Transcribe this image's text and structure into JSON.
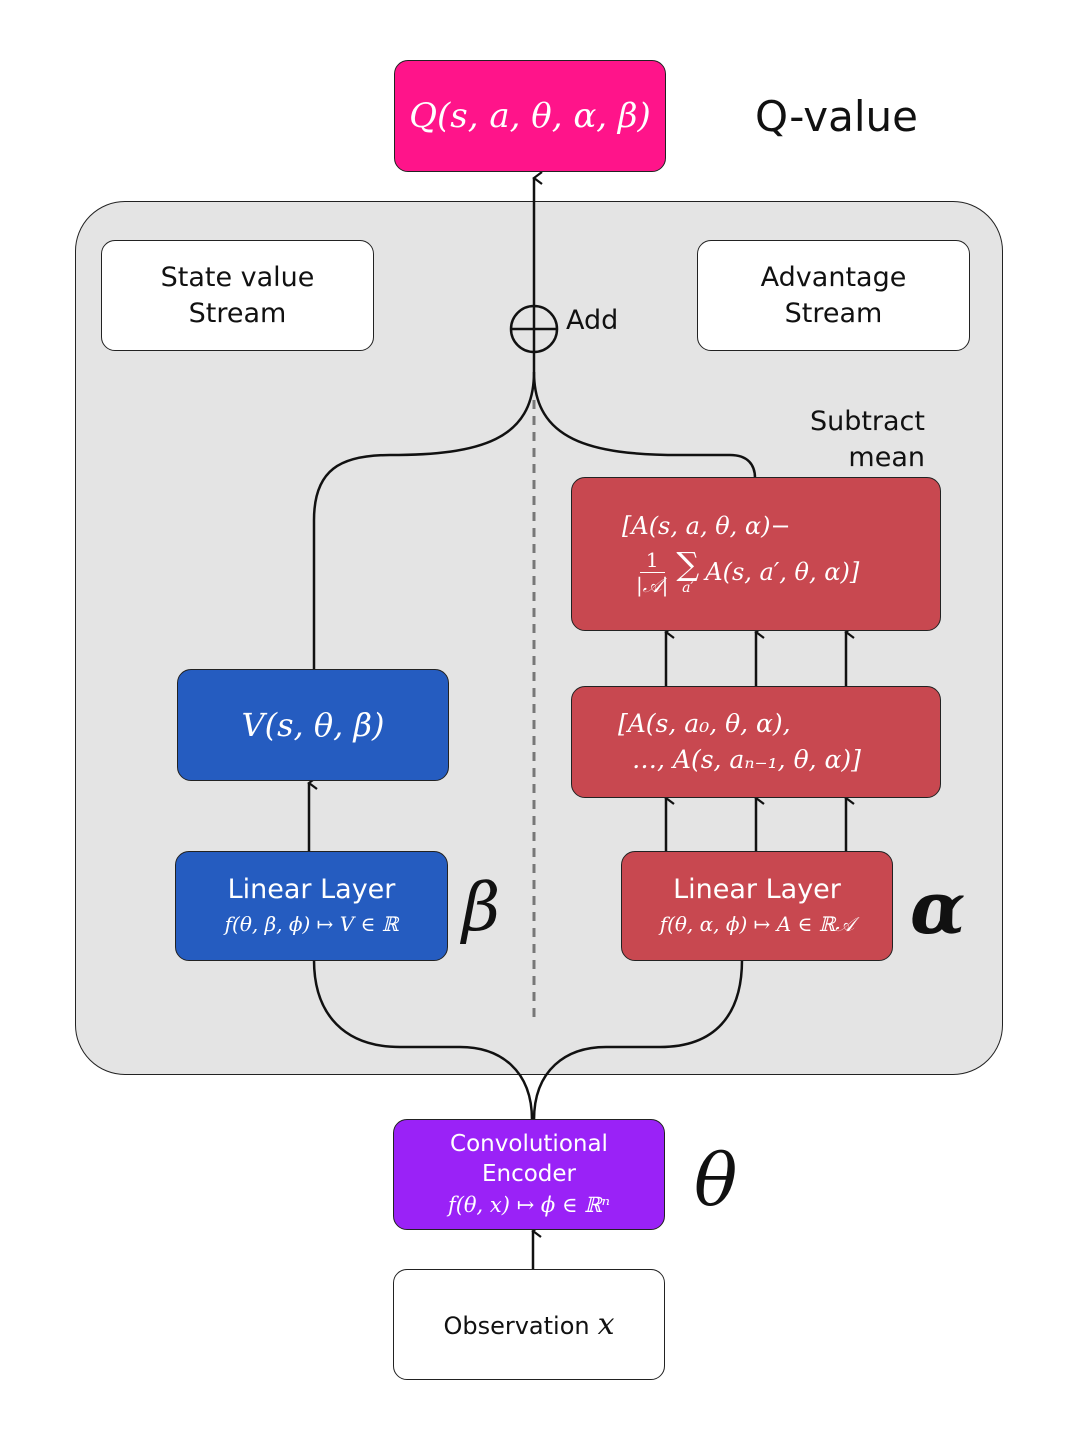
{
  "title": "Dueling DQN architecture",
  "colors": {
    "q_box": "#ff148a",
    "value_stream": "#255cc0",
    "advantage_stream": "#c84850",
    "encoder": "#9a22f7",
    "panel_bg": "#e4e4e4"
  },
  "q_output": {
    "formula": "Q(s, a, θ, α, β)",
    "label": "Q-value"
  },
  "add_node": {
    "label": "Add"
  },
  "streams": {
    "state_value": {
      "title_line1": "State value",
      "title_line2": "Stream"
    },
    "advantage": {
      "title_line1": "Advantage",
      "title_line2": "Stream"
    }
  },
  "value_branch": {
    "value_box": "V(s, θ, β)",
    "linear_title": "Linear Layer",
    "linear_formula": "f(θ, β, ϕ) ↦ V ∈ ℝ",
    "param_symbol": "β"
  },
  "advantage_branch": {
    "subtract_label_line1": "Subtract",
    "subtract_label_line2": "mean",
    "mean_line1": "[A(s, a, θ, α)−",
    "mean_frac_num": "1",
    "mean_frac_den": "|𝒜|",
    "mean_sum": "∑",
    "mean_sum_sub": "a′",
    "mean_line2_rest": "A(s, a′, θ, α)]",
    "vector_line1": "[A(s, a₀, θ, α),",
    "vector_line2": "…, A(s, aₙ₋₁, θ, α)]",
    "linear_title": "Linear Layer",
    "linear_formula": "f(θ, α, ϕ) ↦ A ∈ ℝ𝒜",
    "param_symbol": "α"
  },
  "encoder": {
    "title_line1": "Convolutional",
    "title_line2": "Encoder",
    "formula": "f(θ, x) ↦ ϕ ∈ ℝⁿ",
    "param_symbol": "θ"
  },
  "observation": {
    "label": "Observation",
    "symbol": "x"
  }
}
